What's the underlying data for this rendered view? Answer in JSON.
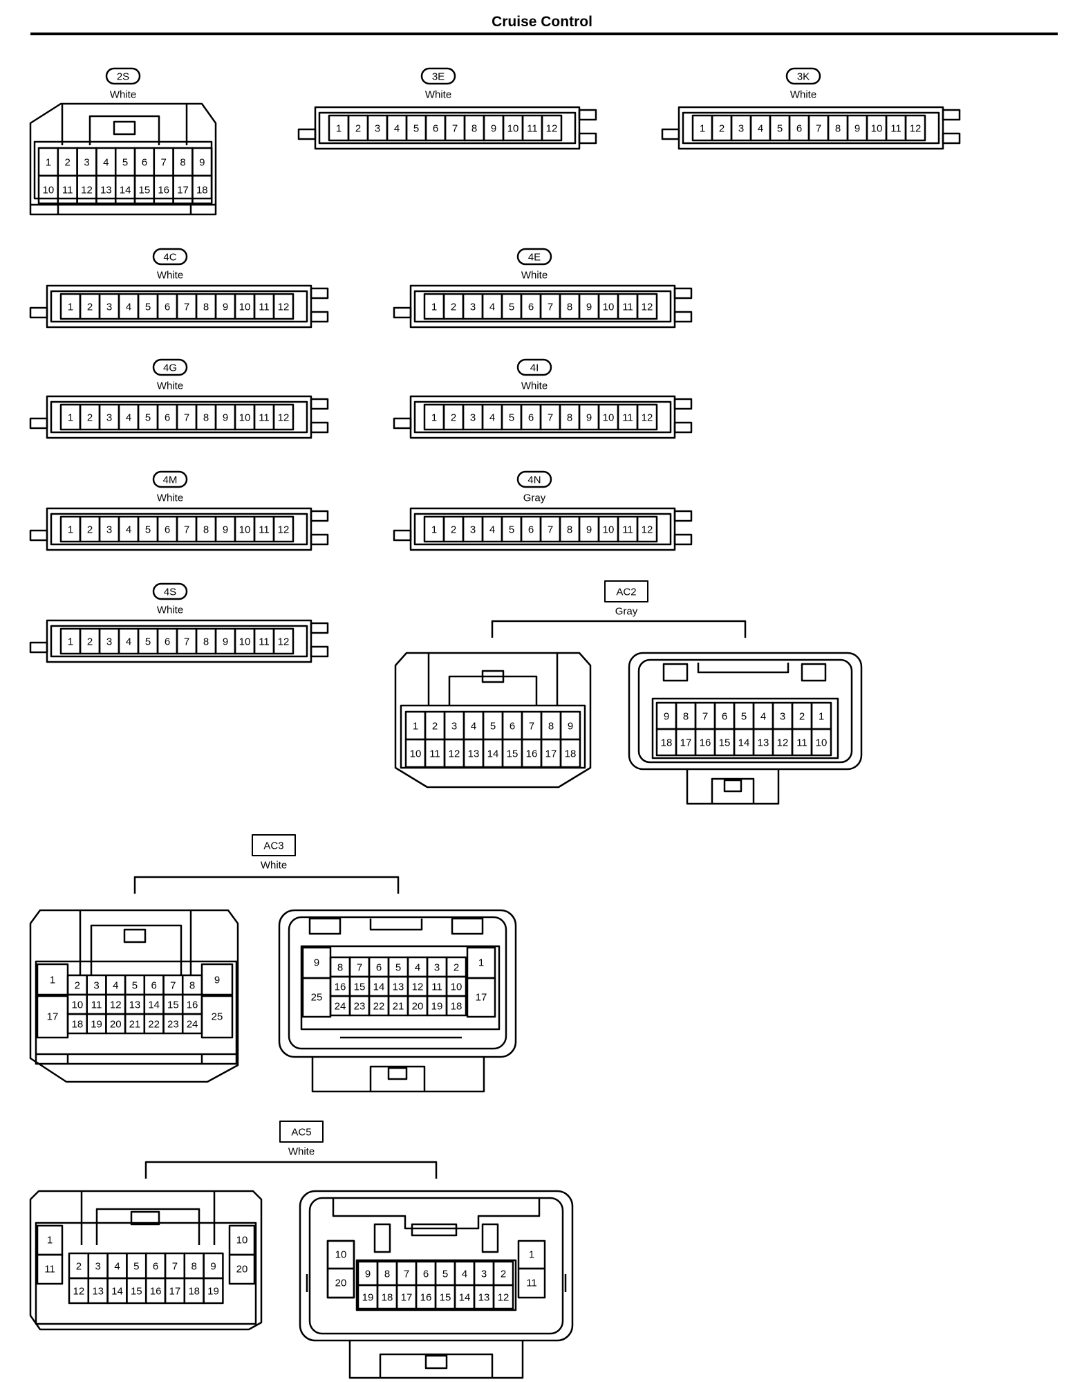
{
  "title": "Cruise Control",
  "connectors": {
    "c2S": {
      "id": "2S",
      "color": "White",
      "pins": [
        [
          "1",
          "2",
          "3",
          "4",
          "5",
          "6",
          "7",
          "8",
          "9"
        ],
        [
          "10",
          "11",
          "12",
          "13",
          "14",
          "15",
          "16",
          "17",
          "18"
        ]
      ]
    },
    "c3E": {
      "id": "3E",
      "color": "White",
      "pins": [
        "1",
        "2",
        "3",
        "4",
        "5",
        "6",
        "7",
        "8",
        "9",
        "10",
        "11",
        "12"
      ]
    },
    "c3K": {
      "id": "3K",
      "color": "White",
      "pins": [
        "1",
        "2",
        "3",
        "4",
        "5",
        "6",
        "7",
        "8",
        "9",
        "10",
        "11",
        "12"
      ]
    },
    "c4C": {
      "id": "4C",
      "color": "White",
      "pins": [
        "1",
        "2",
        "3",
        "4",
        "5",
        "6",
        "7",
        "8",
        "9",
        "10",
        "11",
        "12"
      ]
    },
    "c4E": {
      "id": "4E",
      "color": "White",
      "pins": [
        "1",
        "2",
        "3",
        "4",
        "5",
        "6",
        "7",
        "8",
        "9",
        "10",
        "11",
        "12"
      ]
    },
    "c4G": {
      "id": "4G",
      "color": "White",
      "pins": [
        "1",
        "2",
        "3",
        "4",
        "5",
        "6",
        "7",
        "8",
        "9",
        "10",
        "11",
        "12"
      ]
    },
    "c4I": {
      "id": "4I",
      "color": "White",
      "pins": [
        "1",
        "2",
        "3",
        "4",
        "5",
        "6",
        "7",
        "8",
        "9",
        "10",
        "11",
        "12"
      ]
    },
    "c4M": {
      "id": "4M",
      "color": "White",
      "pins": [
        "1",
        "2",
        "3",
        "4",
        "5",
        "6",
        "7",
        "8",
        "9",
        "10",
        "11",
        "12"
      ]
    },
    "c4N": {
      "id": "4N",
      "color": "Gray",
      "pins": [
        "1",
        "2",
        "3",
        "4",
        "5",
        "6",
        "7",
        "8",
        "9",
        "10",
        "11",
        "12"
      ]
    },
    "c4S": {
      "id": "4S",
      "color": "White",
      "pins": [
        "1",
        "2",
        "3",
        "4",
        "5",
        "6",
        "7",
        "8",
        "9",
        "10",
        "11",
        "12"
      ]
    },
    "cAC2": {
      "id": "AC2",
      "color": "Gray",
      "left_pins": [
        [
          "1",
          "2",
          "3",
          "4",
          "5",
          "6",
          "7",
          "8",
          "9"
        ],
        [
          "10",
          "11",
          "12",
          "13",
          "14",
          "15",
          "16",
          "17",
          "18"
        ]
      ],
      "right_pins": [
        [
          "9",
          "8",
          "7",
          "6",
          "5",
          "4",
          "3",
          "2",
          "1"
        ],
        [
          "18",
          "17",
          "16",
          "15",
          "14",
          "13",
          "12",
          "11",
          "10"
        ]
      ]
    },
    "cAC3": {
      "id": "AC3",
      "color": "White",
      "left_side": [
        [
          "1",
          "17"
        ],
        [
          "9",
          "25"
        ]
      ],
      "left_pins": [
        [
          "2",
          "3",
          "4",
          "5",
          "6",
          "7",
          "8"
        ],
        [
          "10",
          "11",
          "12",
          "13",
          "14",
          "15",
          "16"
        ],
        [
          "18",
          "19",
          "20",
          "21",
          "22",
          "23",
          "24"
        ]
      ],
      "right_side": [
        [
          "9",
          "25"
        ],
        [
          "1",
          "17"
        ]
      ],
      "right_pins": [
        [
          "8",
          "7",
          "6",
          "5",
          "4",
          "3",
          "2"
        ],
        [
          "16",
          "15",
          "14",
          "13",
          "12",
          "11",
          "10"
        ],
        [
          "24",
          "23",
          "22",
          "21",
          "20",
          "19",
          "18"
        ]
      ]
    },
    "cAC5": {
      "id": "AC5",
      "color": "White",
      "left_side": [
        [
          "1",
          "11"
        ],
        [
          "10",
          "20"
        ]
      ],
      "left_pins": [
        [
          "2",
          "3",
          "4",
          "5",
          "6",
          "7",
          "8",
          "9"
        ],
        [
          "12",
          "13",
          "14",
          "15",
          "16",
          "17",
          "18",
          "19"
        ]
      ],
      "right_side": [
        [
          "10",
          "20"
        ],
        [
          "1",
          "11"
        ]
      ],
      "right_pins": [
        [
          "9",
          "8",
          "7",
          "6",
          "5",
          "4",
          "3",
          "2"
        ],
        [
          "19",
          "18",
          "17",
          "16",
          "15",
          "14",
          "13",
          "12"
        ]
      ]
    }
  }
}
